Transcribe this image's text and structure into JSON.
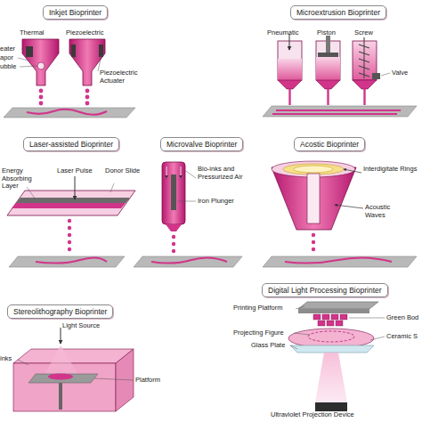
{
  "diagram": {
    "nodes": [
      {
        "text": [
          "Inkjet Bioprinter"
        ]
      },
      {
        "text": [
          "Microextrusion Bioprinter"
        ]
      },
      {
        "text": [
          "Laser-assisted Bioprinter"
        ]
      },
      {
        "text": [
          "Microvalve Bioprinter"
        ]
      },
      {
        "text": [
          "Acostic Bioprinter"
        ]
      },
      {
        "text": [
          "Stereolithography Bioprinter"
        ]
      },
      {
        "text": [
          "Digital Light Processing Bioprinter"
        ]
      }
    ],
    "labels": [
      "Thermal",
      "Piezoelectric",
      "eater",
      "apor",
      "ubble",
      "Piezoelectric Actuater",
      "Pneumatic",
      "Piston",
      "Screw",
      "Valve",
      "Energy Absorbing Layer",
      "Laser Pulse",
      "Donor Slide",
      "Bio-inks and Pressurized Air",
      "Iron Plunger",
      "Interdigitate Rings",
      "Acoustic Waves",
      "Light Source",
      "inks",
      "Platform",
      "Printing Platform",
      "Green Bod",
      "Projecting Figure",
      "Glass Plate",
      "Ceramic S",
      "Ultraviolet Projection Device"
    ]
  }
}
